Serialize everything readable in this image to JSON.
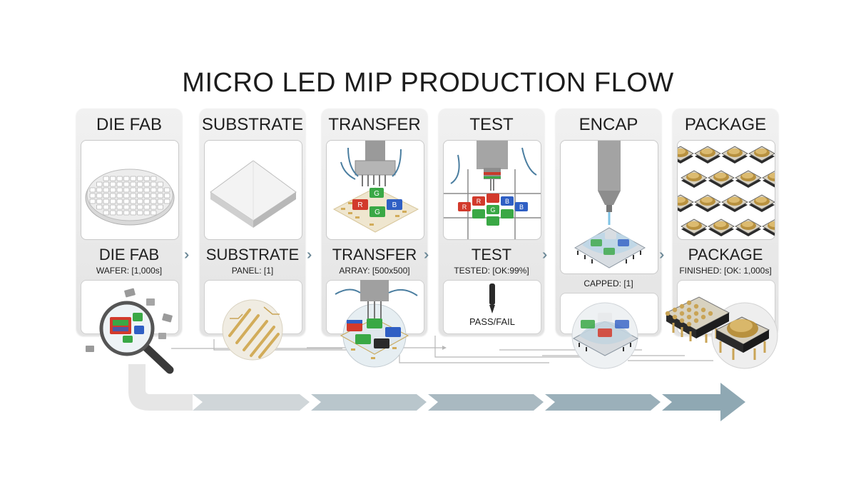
{
  "title": "MICRO LED MIP PRODUCTION FLOW",
  "colors": {
    "red": "#d23a2c",
    "green": "#3aa845",
    "blue": "#2f5fc4",
    "gold": "#d2ac5a",
    "arrow": "#8fa8b3"
  },
  "stages": [
    {
      "header": "DIE FAB",
      "name": "DIE FAB",
      "detail": "WAFER: [1,000s]",
      "icons": [
        "wafer-icon",
        "magnifier-icon"
      ]
    },
    {
      "header": "SUBSTRATE",
      "name": "SUBSTRATE",
      "detail": "PANEL: [1]",
      "icons": [
        "substrate-block-icon",
        "circuit-trace-icon"
      ]
    },
    {
      "header": "TRANSFER",
      "name": "TRANSFER",
      "detail": "ARRAY: [500x500]",
      "icons": [
        "transfer-head-icon",
        "rgb-chip-icon"
      ]
    },
    {
      "header": "TEST",
      "name": "TEST",
      "detail": "TESTED: [OK:99%]",
      "extra": "PASS/FAIL",
      "icons": [
        "probe-icon",
        "test-needle-icon"
      ]
    },
    {
      "header": "ENCAP",
      "name": "",
      "detail": "CAPPED: [1]",
      "icons": [
        "dispenser-icon",
        "capped-chip-icon"
      ]
    },
    {
      "header": "PACKAGE",
      "name": "PACKAGE",
      "detail": "FINISHED: [OK: 1,000s]",
      "icons": [
        "package-grid-icon",
        "packaged-chip-icon"
      ]
    }
  ],
  "chip_letters": {
    "r": "R",
    "g": "G",
    "b": "B"
  }
}
